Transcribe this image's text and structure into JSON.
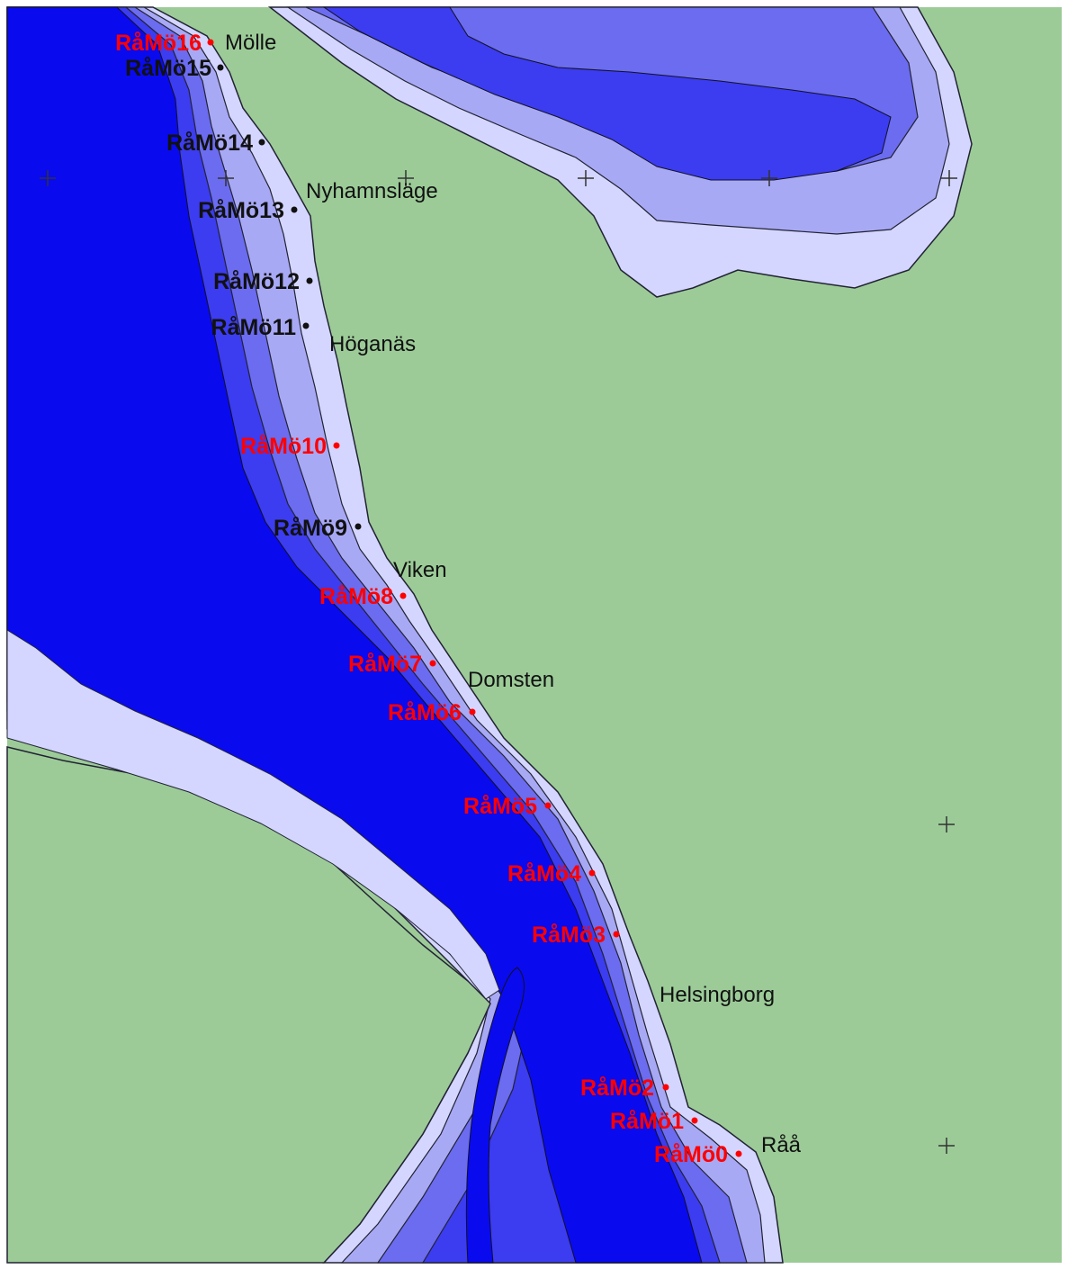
{
  "map": {
    "colors": {
      "land": "#9ccb98",
      "shallow": "#d4d6ff",
      "mid_shallow": "#a8a9f5",
      "mid": "#6b6cf0",
      "mid_deep": "#3c3cf0",
      "deep": "#0a0aef",
      "coast_line": "#222233",
      "red_label": "#ff0000",
      "black_label": "#111111"
    },
    "places": [
      {
        "id": "molle",
        "name": "Mölle"
      },
      {
        "id": "nyhamnslage",
        "name": "Nyhamnsläge"
      },
      {
        "id": "hoganas",
        "name": "Höganäs"
      },
      {
        "id": "viken",
        "name": "Viken"
      },
      {
        "id": "domsten",
        "name": "Domsten"
      },
      {
        "id": "helsingborg",
        "name": "Helsingborg"
      },
      {
        "id": "raa",
        "name": "Råå"
      }
    ],
    "stations": [
      {
        "label": "RåMö16",
        "color": "red"
      },
      {
        "label": "RåMö15",
        "color": "black"
      },
      {
        "label": "RåMö14",
        "color": "black"
      },
      {
        "label": "RåMö13",
        "color": "black"
      },
      {
        "label": "RåMö12",
        "color": "black"
      },
      {
        "label": "RåMö11",
        "color": "black"
      },
      {
        "label": "RåMö10",
        "color": "red"
      },
      {
        "label": "RåMö9",
        "color": "black"
      },
      {
        "label": "RåMö8",
        "color": "red"
      },
      {
        "label": "RåMö7",
        "color": "red"
      },
      {
        "label": "RåMö6",
        "color": "red"
      },
      {
        "label": "RåMö5",
        "color": "red"
      },
      {
        "label": "RåMö4",
        "color": "red"
      },
      {
        "label": "RåMö3",
        "color": "red"
      },
      {
        "label": "RåMö2",
        "color": "red"
      },
      {
        "label": "RåMö1",
        "color": "red"
      },
      {
        "label": "RåMö0",
        "color": "red"
      }
    ]
  }
}
